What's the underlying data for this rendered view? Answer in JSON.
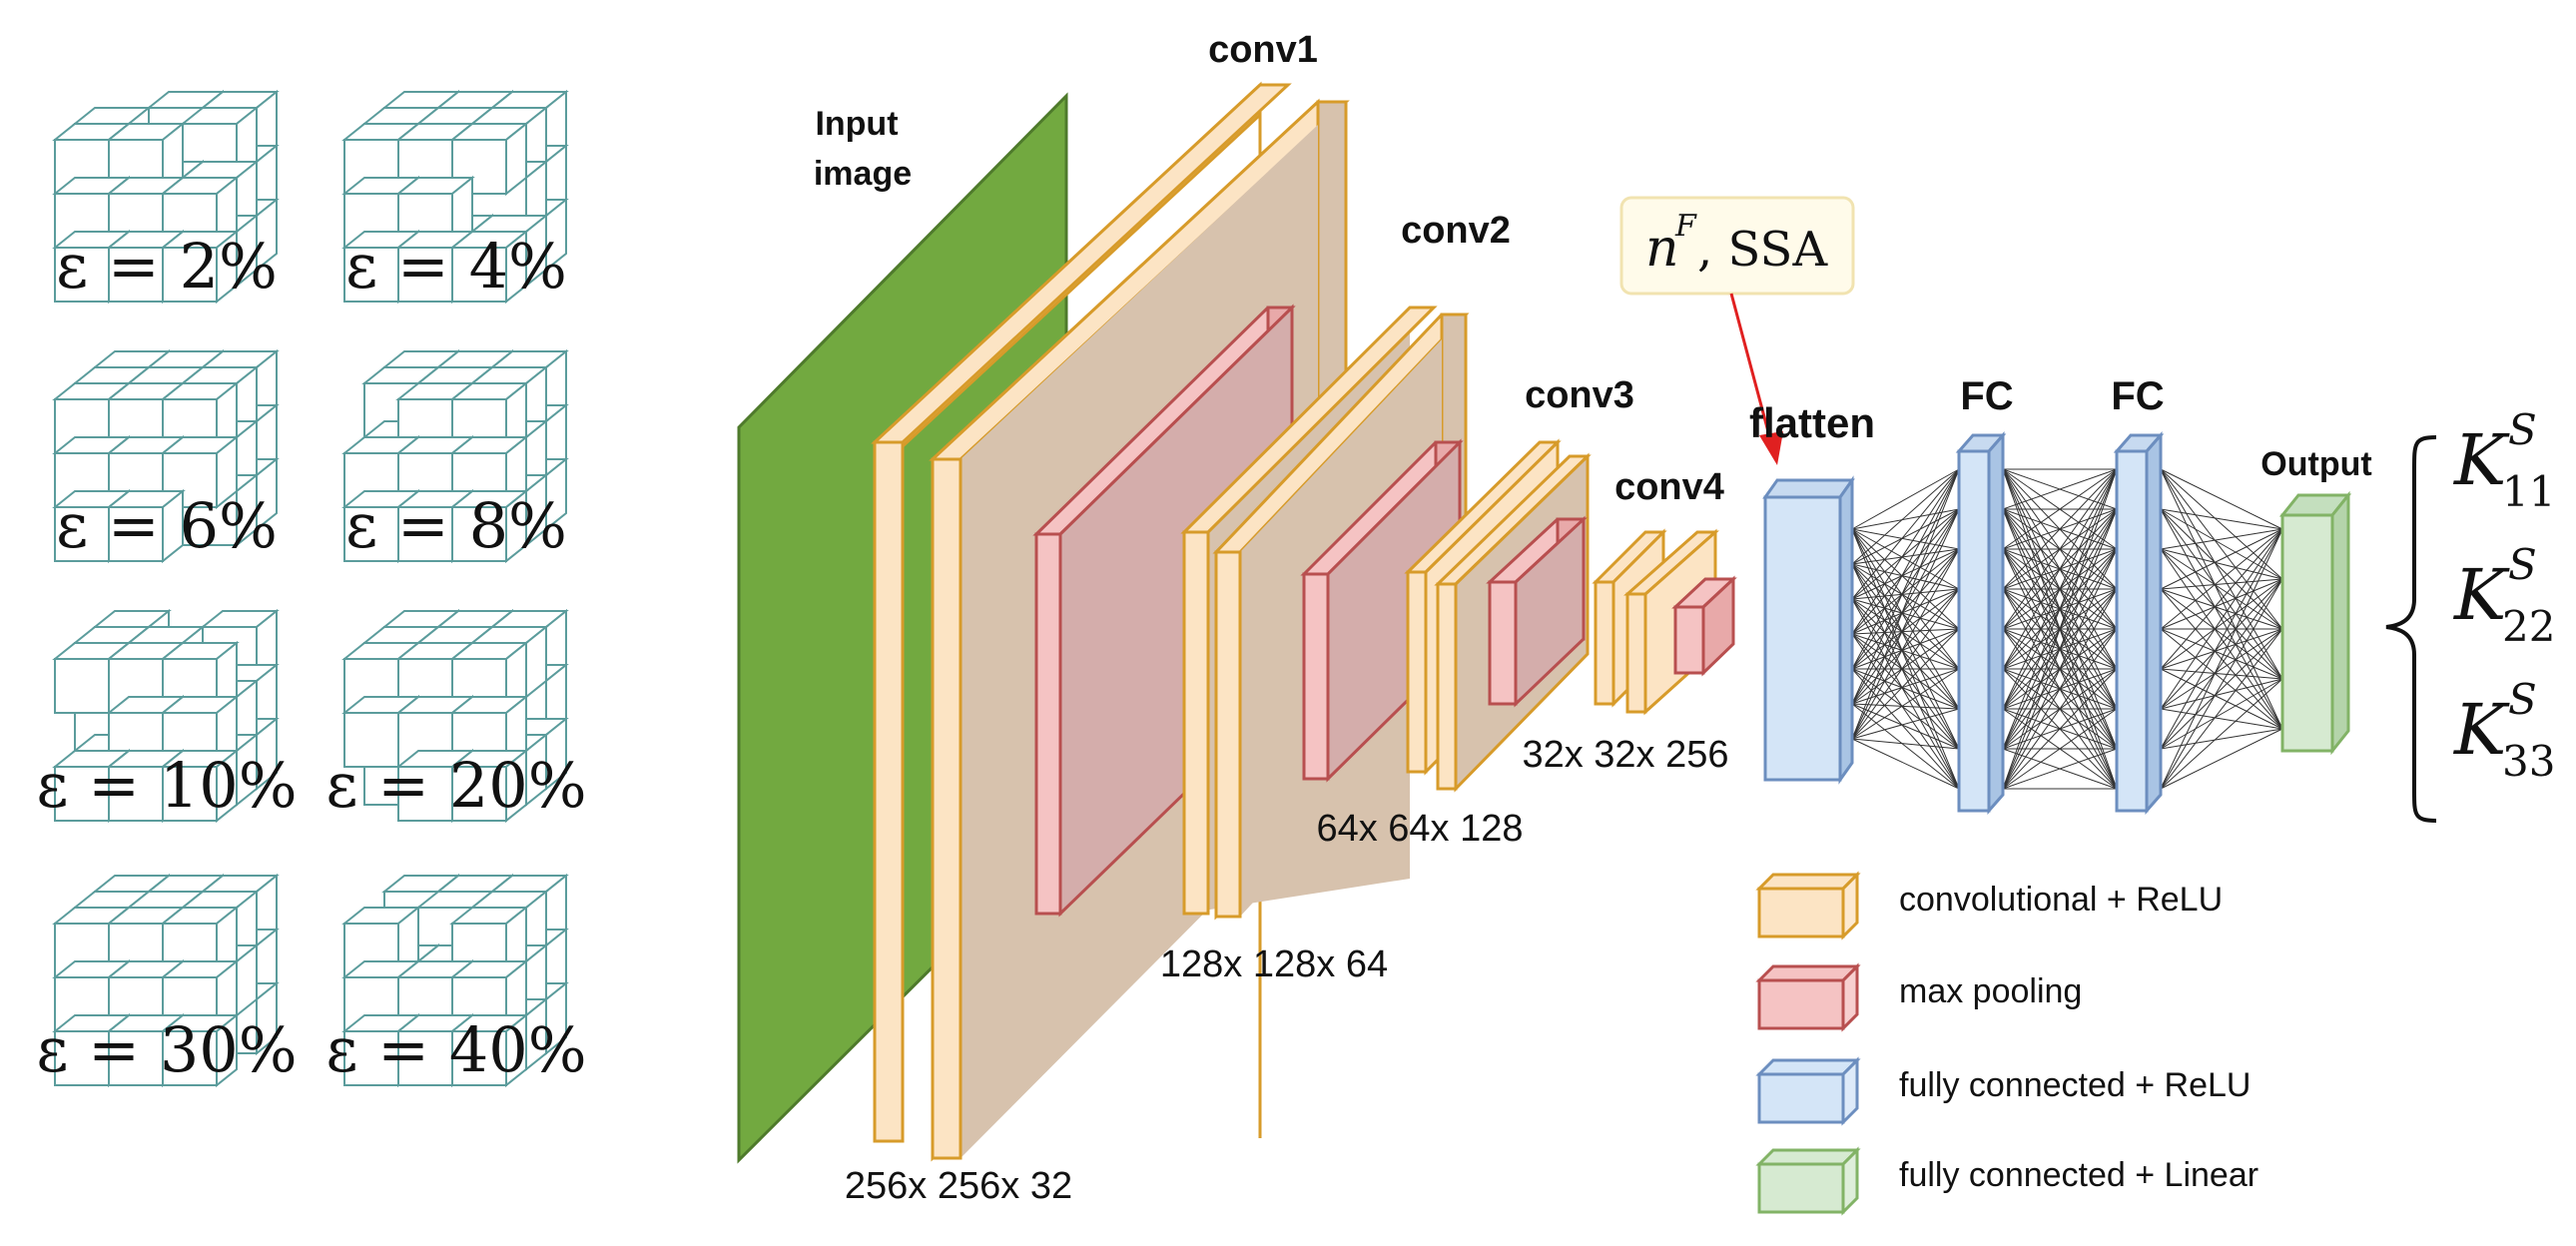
{
  "porosity_samples": [
    {
      "label": "ε = 2%"
    },
    {
      "label": "ε = 4%"
    },
    {
      "label": "ε = 6%"
    },
    {
      "label": "ε = 8%"
    },
    {
      "label": "ε = 10%"
    },
    {
      "label": "ε = 20%"
    },
    {
      "label": "ε = 30%"
    },
    {
      "label": "ε = 40%"
    }
  ],
  "network": {
    "input_label_line1": "Input",
    "input_label_line2": "image",
    "conv1": "conv1",
    "conv2": "conv2",
    "conv3": "conv3",
    "conv4": "conv4",
    "flatten": "flatten",
    "fc1": "FC",
    "fc2": "FC",
    "output": "Output",
    "dim1": "256x 256x 32",
    "dim2": "128x 128x 64",
    "dim3": "64x 64x 128",
    "dim4": "32x 32x 256",
    "extra_input": {
      "symbol": "n",
      "superscript": "F",
      "suffix": ", SSA"
    }
  },
  "outputs": [
    {
      "symbol": "K",
      "sup": "S",
      "sub": "11"
    },
    {
      "symbol": "K",
      "sup": "S",
      "sub": "22"
    },
    {
      "symbol": "K",
      "sup": "S",
      "sub": "33"
    }
  ],
  "legend": [
    {
      "label": "convolutional + ReLU",
      "color": "#fce4c4",
      "border": "#d79b2a"
    },
    {
      "label": "max pooling",
      "color": "#f5c3c3",
      "border": "#b84f4f"
    },
    {
      "label": "fully connected + ReLU",
      "color": "#d4e5f7",
      "border": "#6c8ebf"
    },
    {
      "label": "fully connected + Linear",
      "color": "#d6ead1",
      "border": "#82b366"
    }
  ],
  "colors": {
    "input_green": "#72a940",
    "conv_face": "#fce4c4",
    "conv_edge": "#d79b2a",
    "conv_big_face": "#d7c2ad",
    "pool_face": "#f5c3c3",
    "pool_edge": "#b84f4f",
    "pool_big_face": "#d4adab",
    "fc_face": "#d4e5f7",
    "fc_edge": "#6c8ebf",
    "out_face": "#d6ead1",
    "out_edge": "#82b366",
    "cube_edge": "#5b9c9c",
    "arrow_red": "#e02020"
  }
}
